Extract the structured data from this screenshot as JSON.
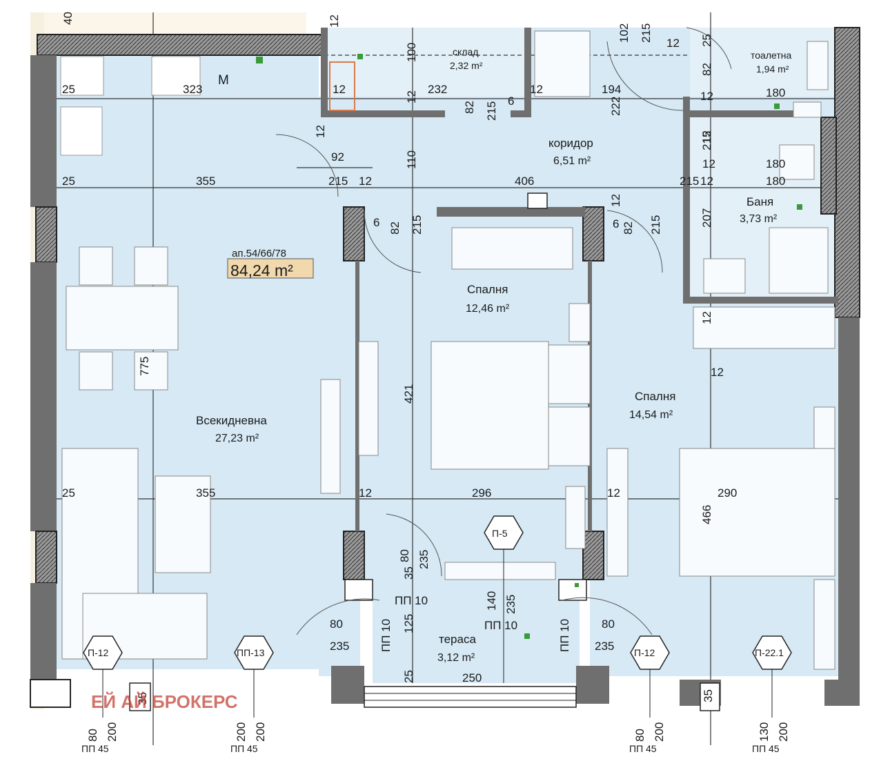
{
  "apartment": {
    "code": "ап.54/66/78",
    "area": "84,24 m²"
  },
  "rooms": {
    "storage": {
      "name": "склад",
      "area": "2,32 m²"
    },
    "toilet": {
      "name": "тоалетна",
      "area": "1,94 m²"
    },
    "corridor": {
      "name": "коридор",
      "area": "6,51 m²"
    },
    "bath": {
      "name": "Баня",
      "area": "3,73 m²"
    },
    "bedroom1": {
      "name": "Спалня",
      "area": "12,46 m²"
    },
    "bedroom2": {
      "name": "Спалня",
      "area": "14,54 m²"
    },
    "living": {
      "name": "Всекидневна",
      "area": "27,23 m²"
    },
    "terrace": {
      "name": "тераса",
      "area": "3,12 m²"
    }
  },
  "kitchen_mark": "M",
  "tags": {
    "p5": "П-5",
    "p12_left": "П-12",
    "pp13": "ПП-13",
    "p12_right": "П-12",
    "p22": "П-22.1"
  },
  "dimensions": {
    "h": [
      "25",
      "323",
      "12",
      "232",
      "12",
      "194",
      "180",
      "92",
      "25",
      "355",
      "215",
      "12",
      "406",
      "215",
      "12",
      "180",
      "25",
      "355",
      "12",
      "296",
      "12",
      "290",
      "80",
      "235",
      "80",
      "235",
      "250",
      "12",
      "12",
      "12",
      "180"
    ],
    "v": [
      "12",
      "100",
      "102",
      "215",
      "12",
      "25",
      "82",
      "215",
      "82",
      "215",
      "222",
      "110",
      "12",
      "12",
      "82",
      "215",
      "82",
      "215",
      "207",
      "12",
      "12",
      "775",
      "421",
      "466",
      "80",
      "235",
      "35",
      "140",
      "235",
      "125",
      "25",
      "35",
      "35",
      "40",
      "6",
      "6",
      "6",
      "12"
    ],
    "pp": [
      "ПП 10",
      "ПП 10",
      "ПП 10",
      "ПП 10"
    ],
    "bottom": [
      "80",
      "200",
      "ПП 45",
      "200",
      "200",
      "ПП 45",
      "80",
      "200",
      "ПП 45",
      "130",
      "200",
      "ПП 45"
    ]
  },
  "watermark": "ЕЙ АЙ БРОКЕРС",
  "colors": {
    "floor": "#d6e9f5",
    "wall": "#6f6f6f",
    "area_badge": "#f1d9ad",
    "green_marker": "#3a9a3a",
    "watermark": "#c0392b",
    "door_highlight": "#d9794a"
  }
}
